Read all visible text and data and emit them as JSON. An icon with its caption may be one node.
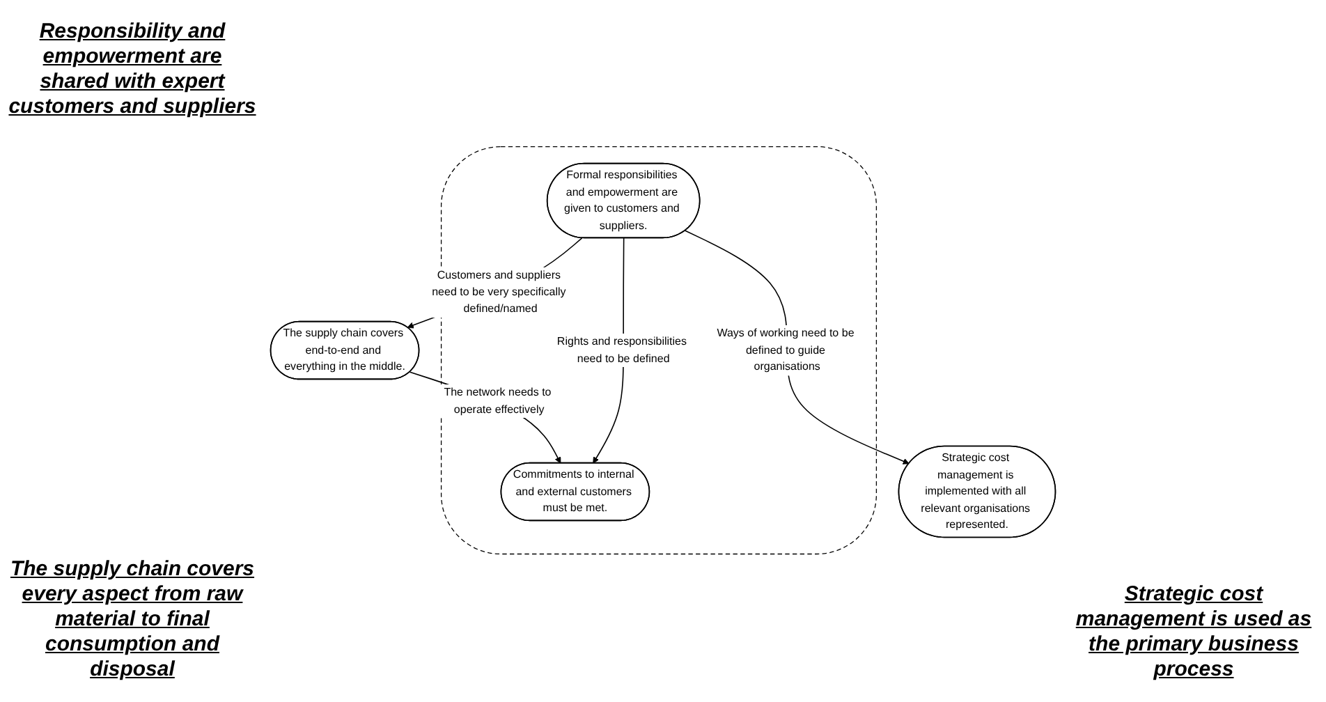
{
  "diagram": {
    "nodes": [
      {
        "text": [],
        "shape": "cloud"
      },
      {
        "text": [
          "Formal responsibilities and empowerment are given to customers and suppliers."
        ],
        "in": 0
      },
      {
        "text": [
          "The supply chain covers end-to-end and everything in the middle."
        ]
      },
      {
        "text": [
          "Strategic cost management is implemented with all relevant organisations represented."
        ]
      },
      {
        "text": [
          "Commitments to internal and external customers must be met."
        ],
        "in": 0
      }
    ],
    "edges": [
      {
        "from": 1,
        "to": 2,
        "arrow": "to",
        "label": "Customers and suppliers need to be very specifically defined/named"
      },
      {
        "from": 1,
        "to": 3,
        "arrow": "to",
        "label": "Ways of working need to be defined to guide organisations"
      },
      {
        "from": 1,
        "to": 4,
        "arrow": "to",
        "label": "Rights and responsibilities need to be defined"
      },
      {
        "from": 2,
        "to": 4,
        "arrow": "to",
        "label": "The network needs to operate effectively"
      }
    ],
    "labels": [
      "Responsibility and empowerment are shared with expert customers and suppliers",
      "The supply chain covers every aspect from raw material to final consumption and disposal",
      "Strategic cost management is used as the primary business process"
    ]
  }
}
